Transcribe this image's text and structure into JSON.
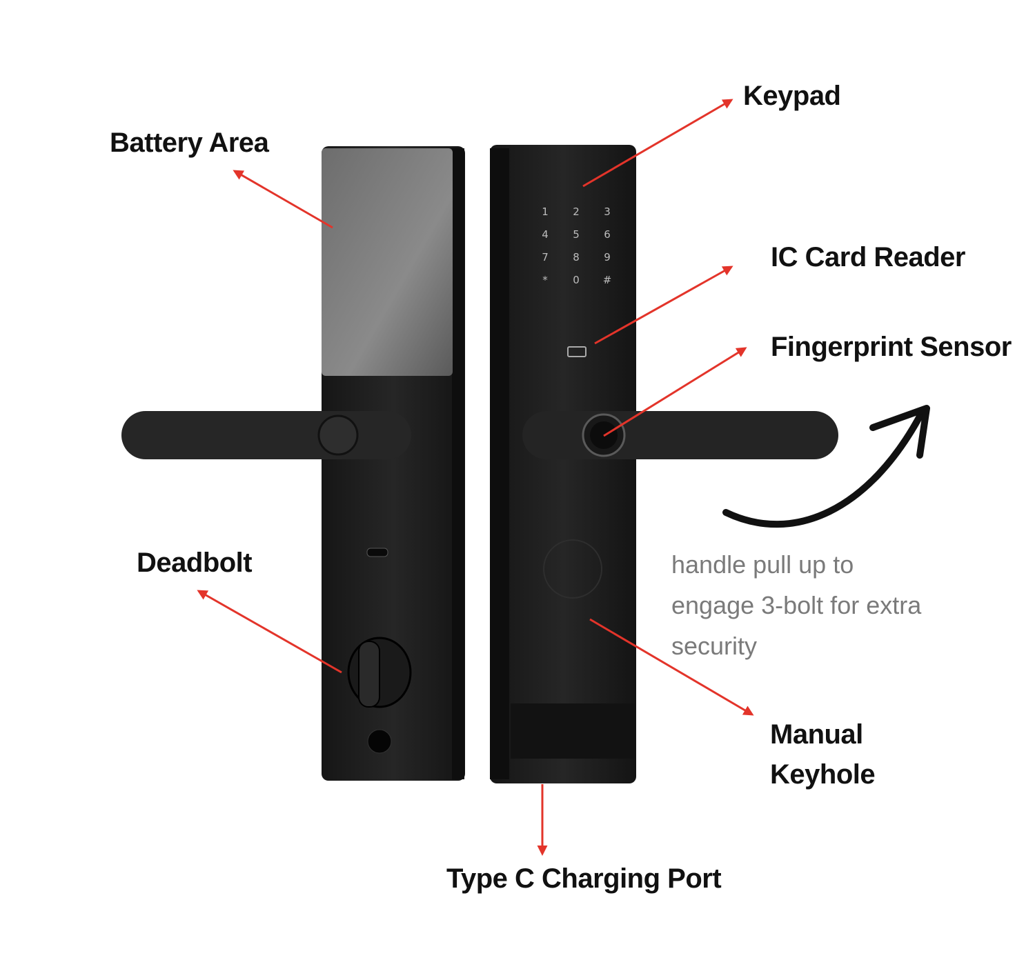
{
  "labels": {
    "keypad": "Keypad",
    "battery_area": "Battery Area",
    "ic_card_reader": "IC Card Reader",
    "fingerprint_sensor": "Fingerprint Sensor",
    "deadbolt": "Deadbolt",
    "manual_keyhole_line1": "Manual",
    "manual_keyhole_line2": "Keyhole",
    "type_c_port": "Type C Charging Port"
  },
  "note": {
    "line1": "handle pull up to",
    "line2": "engage 3-bolt for extra",
    "line3": "security"
  },
  "keypad_keys": [
    "1",
    "2",
    "3",
    "4",
    "5",
    "6",
    "7",
    "8",
    "9",
    "*",
    "0",
    "#"
  ],
  "colors": {
    "arrow": "#e3342a",
    "lock_body": "#1c1c1c",
    "note_text": "#7a7a7a"
  }
}
